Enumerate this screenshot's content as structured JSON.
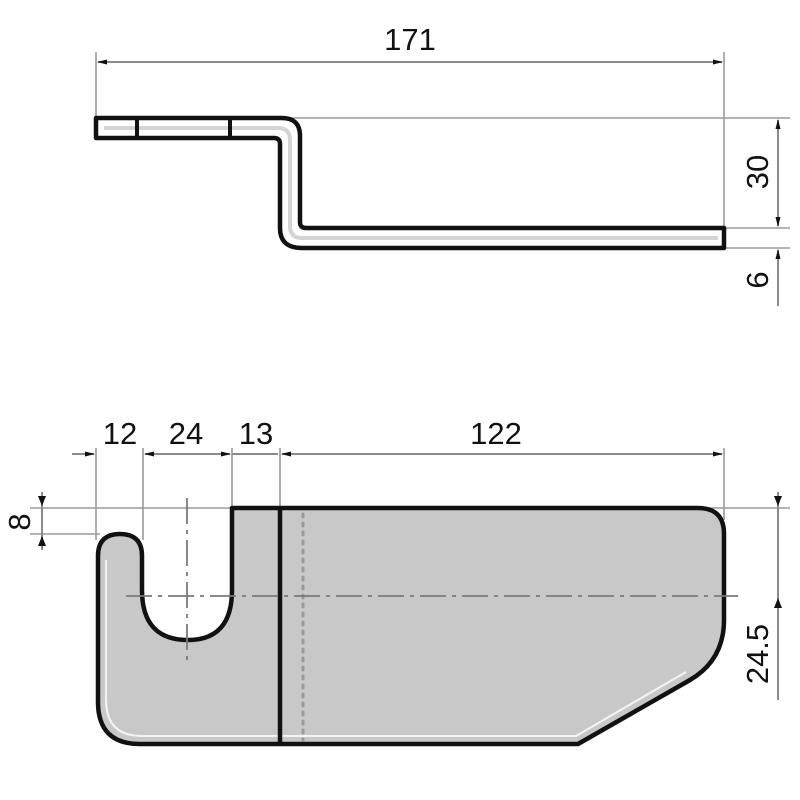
{
  "drawing": {
    "type": "technical-drawing",
    "subject": "bent bracket",
    "views": [
      "side-view",
      "top-view"
    ],
    "colors": {
      "outline": "#111111",
      "part_fill": "#c8c8c8",
      "dimension_line": "#8a8a8a",
      "background": "#ffffff"
    }
  },
  "side_view": {
    "dims": {
      "overall_length": "171",
      "height": "30",
      "thickness": "6"
    }
  },
  "top_view": {
    "dims": {
      "seg_1": "12",
      "seg_2": "24",
      "seg_3": "13",
      "seg_4": "122",
      "slot_offset": "8",
      "half_width": "24.5"
    }
  }
}
